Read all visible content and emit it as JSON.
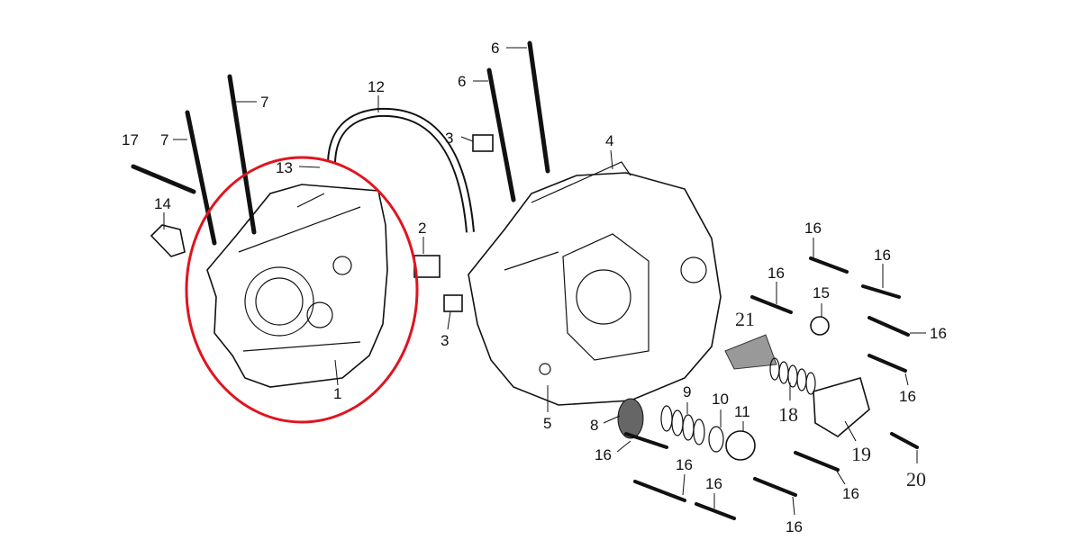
{
  "diagram": {
    "title": "Crankcase exploded parts diagram",
    "highlight_color": "#e0141e",
    "labels": [
      {
        "id": "17",
        "text": "17"
      },
      {
        "id": "7a",
        "text": "7"
      },
      {
        "id": "7b",
        "text": "7"
      },
      {
        "id": "12",
        "text": "12"
      },
      {
        "id": "13",
        "text": "13"
      },
      {
        "id": "14",
        "text": "14"
      },
      {
        "id": "2",
        "text": "2"
      },
      {
        "id": "3a",
        "text": "3"
      },
      {
        "id": "3b",
        "text": "3"
      },
      {
        "id": "1",
        "text": "1"
      },
      {
        "id": "6a",
        "text": "6"
      },
      {
        "id": "6b",
        "text": "6"
      },
      {
        "id": "4",
        "text": "4"
      },
      {
        "id": "5",
        "text": "5"
      },
      {
        "id": "16a",
        "text": "16"
      },
      {
        "id": "16b",
        "text": "16"
      },
      {
        "id": "16c",
        "text": "16"
      },
      {
        "id": "15",
        "text": "15"
      },
      {
        "id": "21",
        "text": "21"
      },
      {
        "id": "16d",
        "text": "16"
      },
      {
        "id": "16e",
        "text": "16"
      },
      {
        "id": "18",
        "text": "18"
      },
      {
        "id": "19",
        "text": "19"
      },
      {
        "id": "20",
        "text": "20"
      },
      {
        "id": "8",
        "text": "8"
      },
      {
        "id": "9",
        "text": "9"
      },
      {
        "id": "10",
        "text": "10"
      },
      {
        "id": "11",
        "text": "11"
      },
      {
        "id": "16f",
        "text": "16"
      },
      {
        "id": "16g",
        "text": "16"
      },
      {
        "id": "16h",
        "text": "16"
      },
      {
        "id": "16i",
        "text": "16"
      },
      {
        "id": "16j",
        "text": "16"
      }
    ]
  }
}
